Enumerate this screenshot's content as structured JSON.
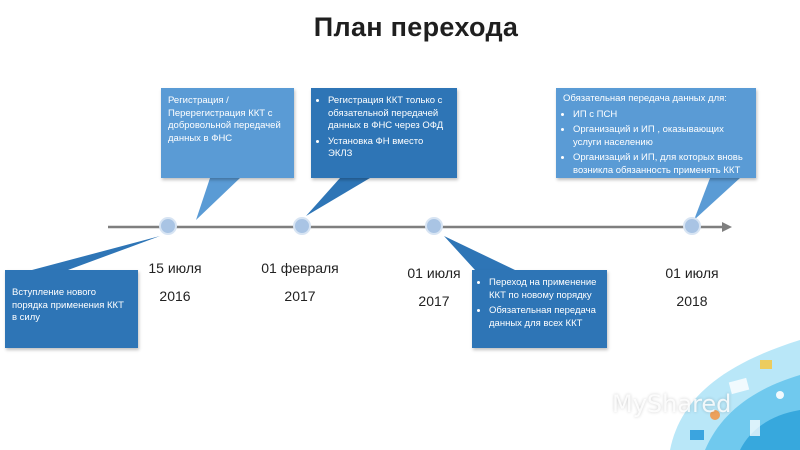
{
  "title": "План перехода",
  "colors": {
    "box_light": "#5a9bd5",
    "box_dark": "#2e75b6",
    "axis": "#7f7f7f",
    "milestone": "#a9c4e4"
  },
  "milestones": [
    {
      "day": "15 июля",
      "year": "2016"
    },
    {
      "day": "01 февраля",
      "year": "2017"
    },
    {
      "day": "01 июля",
      "year": "2017"
    },
    {
      "day": "01 июля",
      "year": "2018"
    }
  ],
  "callouts": {
    "enforcement": "Вступление нового порядка применения ККТ в силу",
    "voluntary": "Регистрация / Перерегистрация ККТ с добровольной передачей данных в ФНС",
    "feb2017": [
      "Регистрация ККТ только с обязательной передачей данных в ФНС через ОФД",
      "Установка ФН вместо ЭКЛЗ"
    ],
    "jul2017": [
      "Переход на применение ККТ по новому порядку",
      "Обязательная передача данных для всех ККТ"
    ],
    "jul2018": {
      "lead": "Обязательная передача данных для:",
      "items": [
        "ИП с ПСН",
        "Организаций и ИП , оказывающих услуги населению",
        "Организаций и ИП, для которых вновь возникла обязанность применять ККТ"
      ]
    }
  },
  "watermark": "MyShared"
}
